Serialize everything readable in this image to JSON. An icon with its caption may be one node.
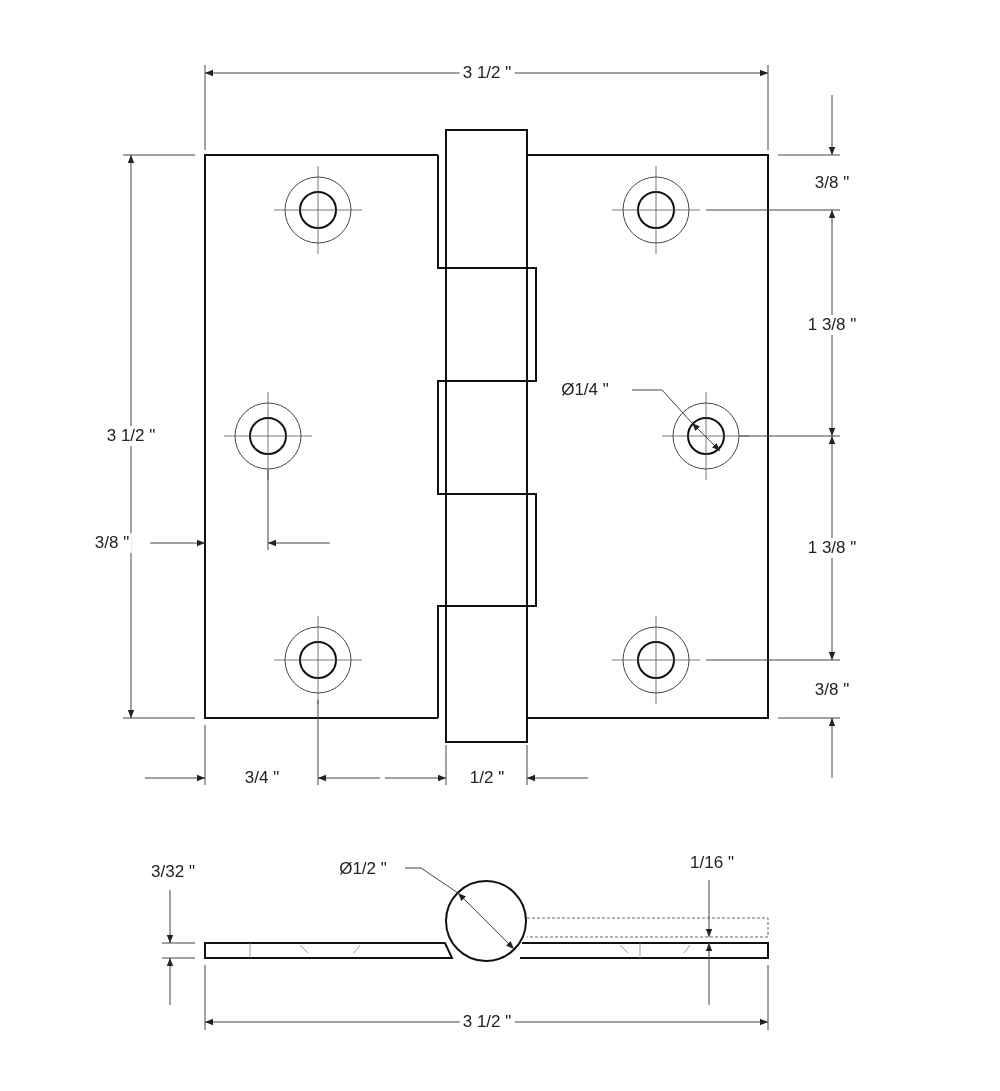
{
  "diagram": {
    "labels": [
      "3 1/2 \"",
      "3/8 \"",
      "1 3/8 \"",
      "Ø1/4 \"",
      "3 1/2 \"",
      "3/8 \"",
      "1 3/8 \"",
      "3/8 \"",
      "3/4 \"",
      "1/2 \"",
      "3/32 \"",
      "Ø1/2 \"",
      "1/16 \"",
      "3 1/2 \""
    ]
  }
}
